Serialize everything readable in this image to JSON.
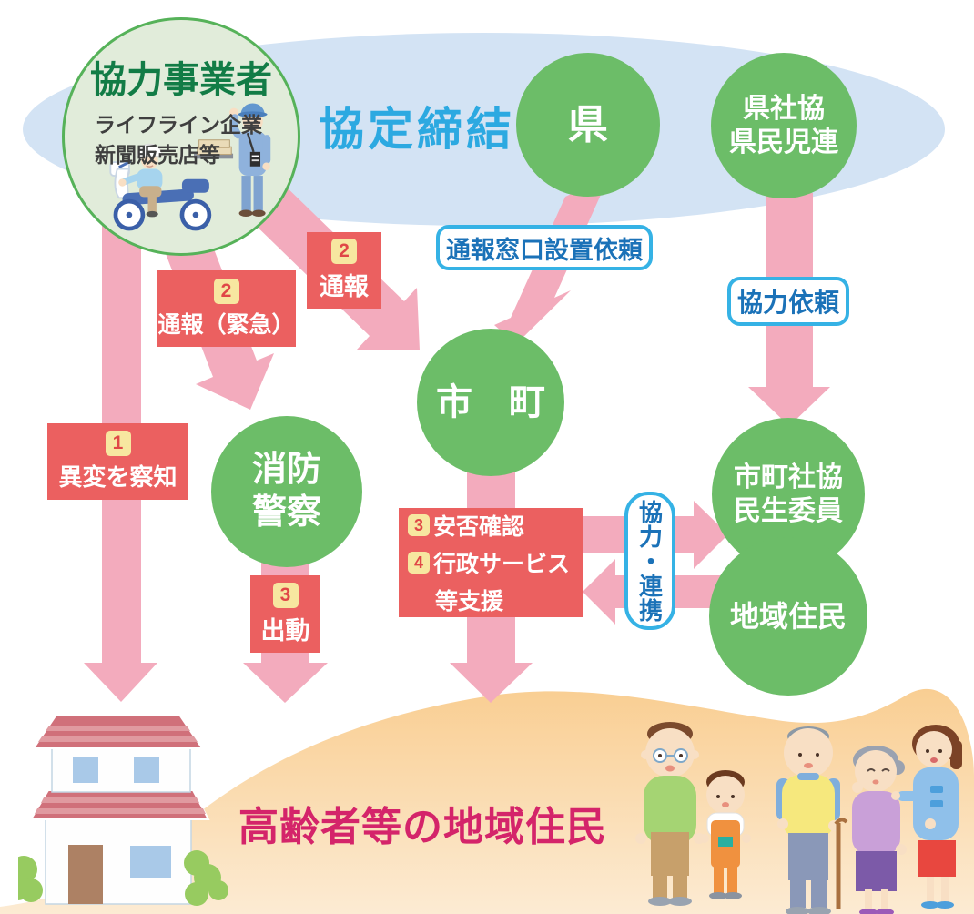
{
  "banner": {
    "agreement": "協定締結"
  },
  "nodes": {
    "cooperating": {
      "title": "協力事業者",
      "sub1": "ライフライン企業",
      "sub2": "新聞販売店等"
    },
    "ken": {
      "label": "県"
    },
    "kenshakyo": {
      "line1": "県社協",
      "line2": "県民児連"
    },
    "shicho": {
      "label": "市　町"
    },
    "shobo": {
      "line1": "消防",
      "line2": "警察"
    },
    "shichoshakyo": {
      "line1": "市町社協",
      "line2": "民生委員"
    },
    "chiiki": {
      "label": "地域住民"
    }
  },
  "steps": {
    "ihen": {
      "num": "1",
      "label": "異変を察知"
    },
    "tsuho_kinkyu": {
      "num": "2",
      "label": "通報（緊急）"
    },
    "tsuho": {
      "num": "2",
      "label": "通報"
    },
    "shutsudo": {
      "num": "3",
      "label": "出動"
    },
    "anpi": {
      "num1": "3",
      "line1": "安否確認",
      "num2": "4",
      "line2": "行政サービス",
      "line3": "等支援"
    }
  },
  "requests": {
    "madoguchi": "通報窓口設置依頼",
    "kyoryoku_irai": "協力依頼",
    "kyoryoku_renkei": "協力・連携"
  },
  "footer": {
    "residents": "高齢者等の地域住民"
  },
  "icons": {
    "cooperating_art_1": "scooter-delivery-icon",
    "cooperating_art_2": "utility-worker-icon",
    "house": "house-icon",
    "residents_group": "residents-group-icon"
  },
  "colors": {
    "node_green": "#6CBD68",
    "coop_fill": "#E1ECDA",
    "coop_border": "#56B259",
    "coop_title_green": "#127C46",
    "banner_blue": "#D3E3F4",
    "banner_text_blue": "#2CA9E1",
    "arrow_pink": "#F3ABBD",
    "step_red": "#EB6060",
    "chip_yellow": "#F7E7A0",
    "chip_red_text": "#E04747",
    "pill_border_cyan": "#35B2E5",
    "pill_text_blue": "#1B72B8",
    "footer_text_pink": "#D4246A",
    "hill_orange_top": "#F9CE92",
    "hill_orange_bottom": "#FCEBD3"
  }
}
